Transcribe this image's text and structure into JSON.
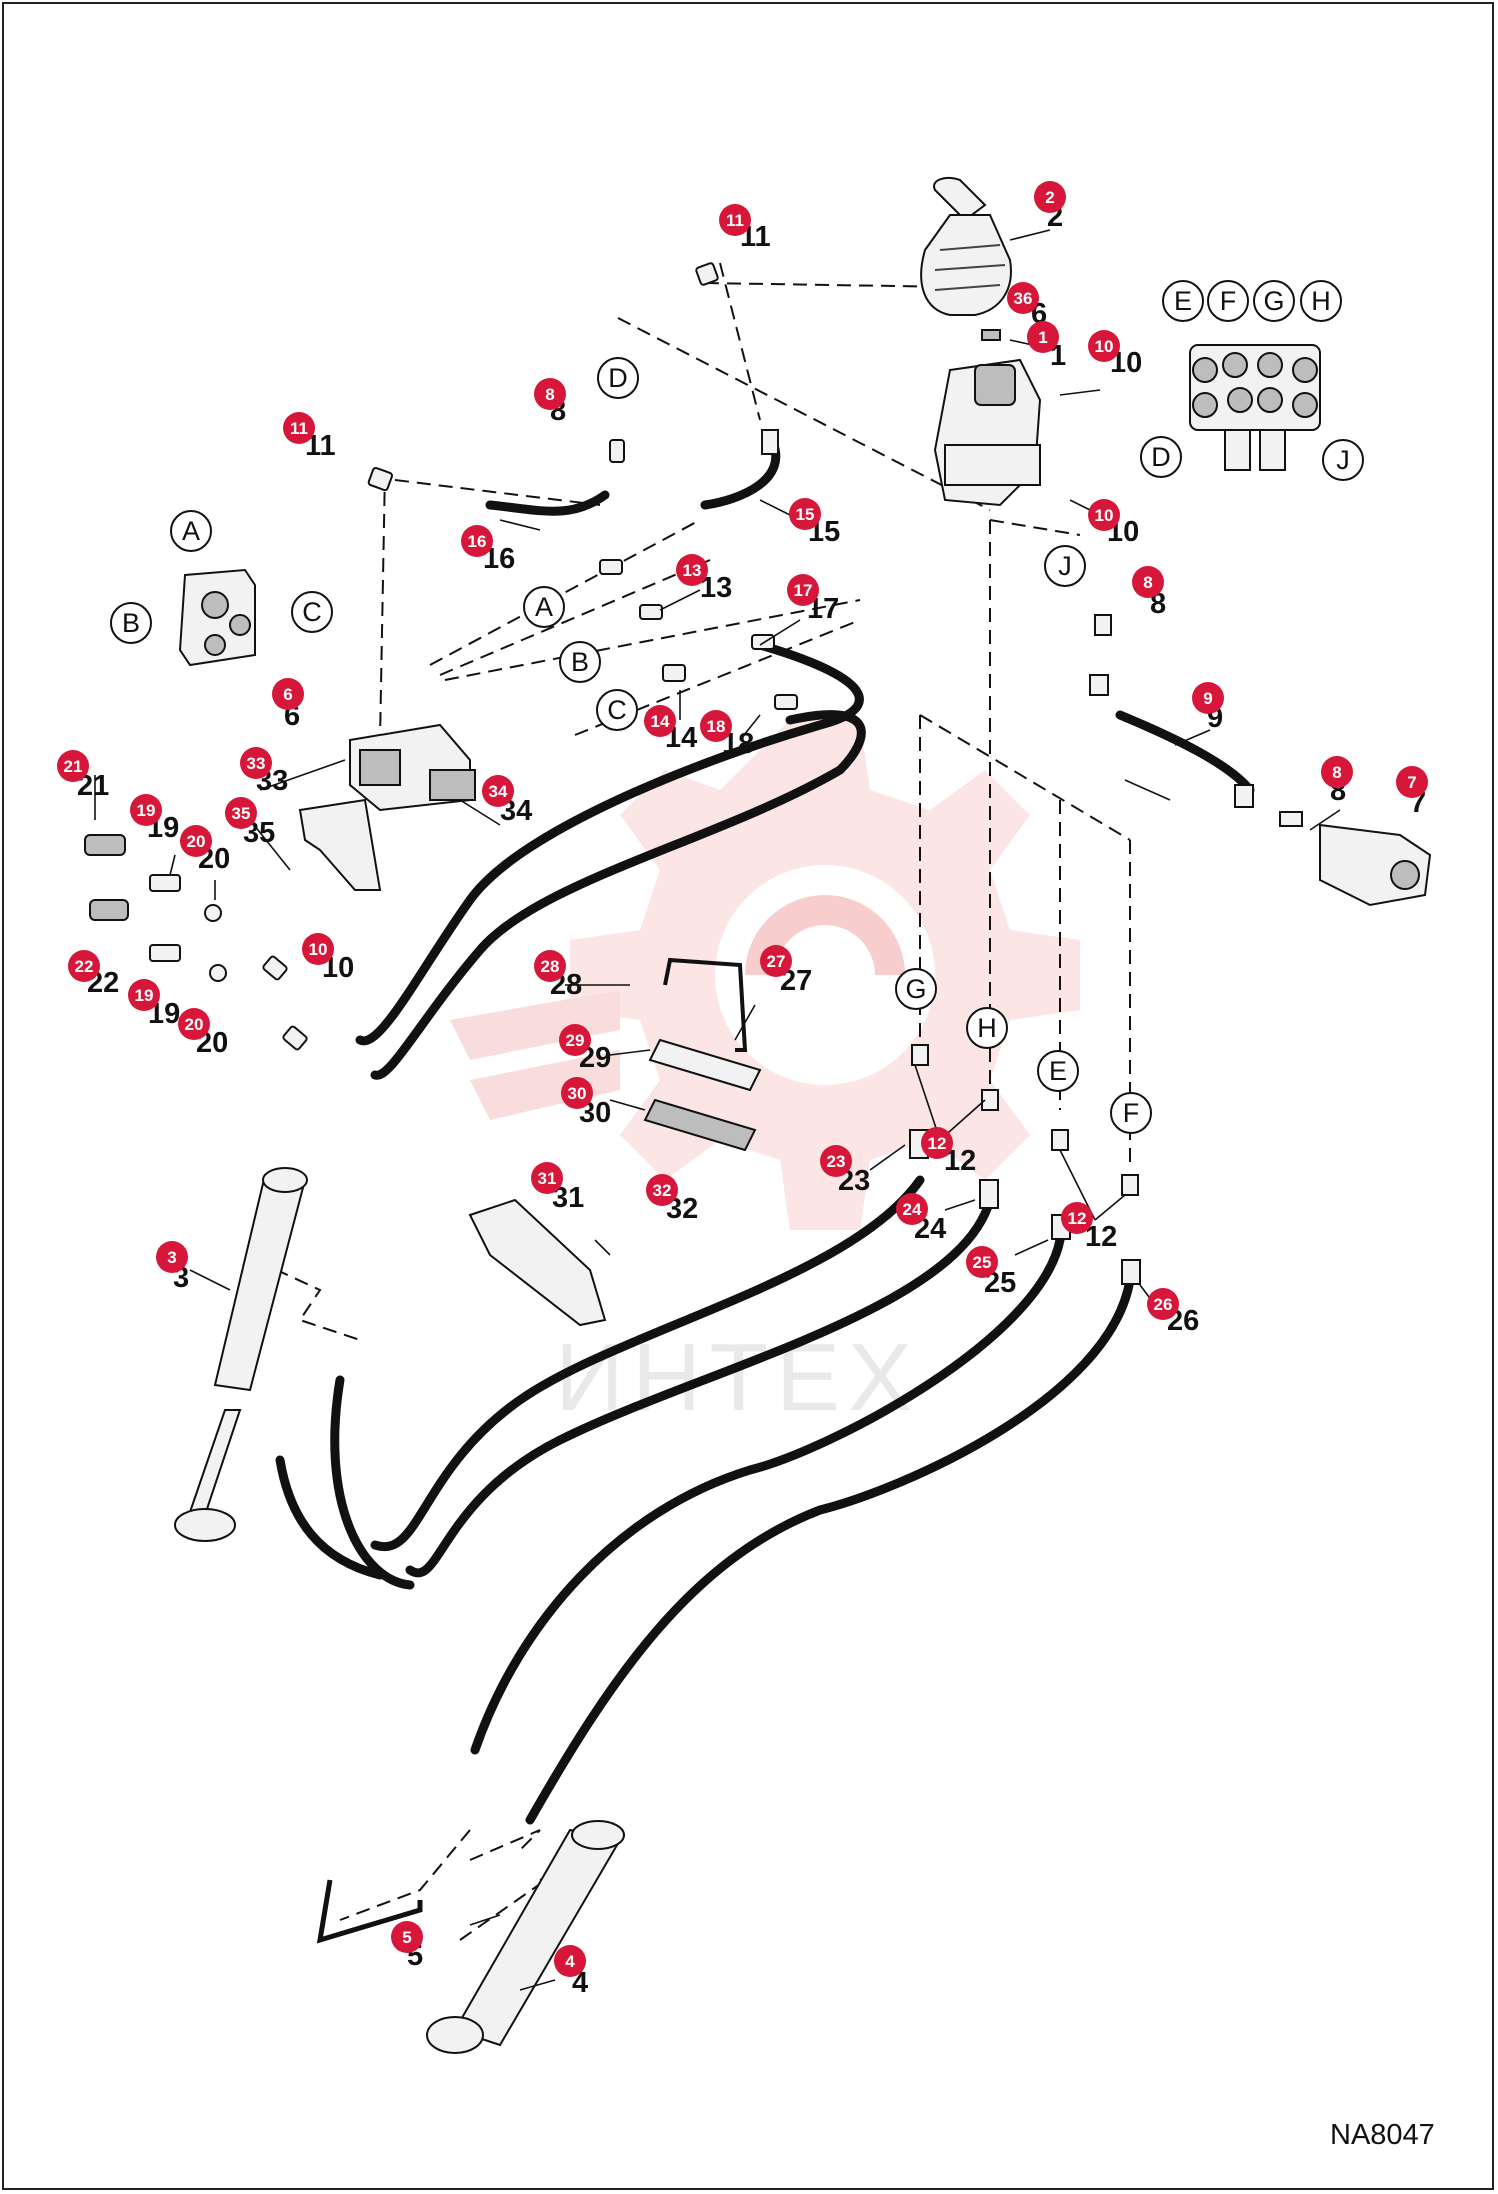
{
  "diagram": {
    "drawing_code": "NA8047",
    "watermark_text": "ИНТЕХ",
    "colors": {
      "badge": "#d6173a",
      "line": "#111111",
      "watermark": "#f6c8c8"
    },
    "port_letters": [
      "A",
      "B",
      "C",
      "D",
      "E",
      "F",
      "G",
      "H",
      "J"
    ],
    "parts": [
      "1",
      "2",
      "3",
      "4",
      "5",
      "6",
      "7",
      "8",
      "9",
      "10",
      "11",
      "12",
      "13",
      "14",
      "15",
      "16",
      "17",
      "18",
      "19",
      "20",
      "21",
      "22",
      "23",
      "24",
      "25",
      "26",
      "27",
      "28",
      "29",
      "30",
      "31",
      "32",
      "33",
      "34",
      "35",
      "36"
    ],
    "figure_labels": {
      "num_2": "2",
      "num_6": "6",
      "num_1": "1",
      "num_10a": "10",
      "num_11a": "11",
      "num_8a": "8",
      "num_11b": "11",
      "num_16": "16",
      "num_15": "15",
      "num_10b": "10",
      "num_13": "13",
      "num_17": "17",
      "num_8b": "8",
      "num_14": "14",
      "num_18": "18",
      "num_6b": "6",
      "num_9": "9",
      "num_21": "21",
      "num_33": "33",
      "num_34": "34",
      "num_8c": "8",
      "num_7": "7",
      "num_19a": "19",
      "num_35": "35",
      "num_20a": "20",
      "num_10c": "10",
      "num_22": "22",
      "num_19b": "19",
      "num_20b": "20",
      "num_28": "28",
      "num_27": "27",
      "num_29": "29",
      "num_30": "30",
      "num_23": "23",
      "num_12a": "12",
      "num_31": "31",
      "num_32": "32",
      "num_24": "24",
      "num_12b": "12",
      "num_25": "25",
      "num_26": "26",
      "num_3": "3",
      "num_5": "5",
      "num_4": "4"
    }
  }
}
